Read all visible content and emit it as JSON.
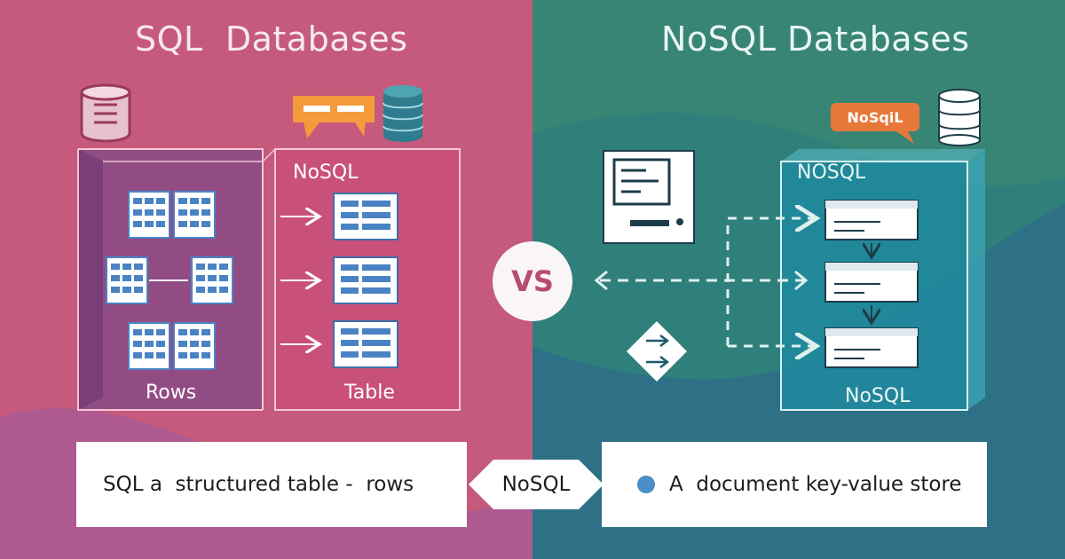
{
  "sql": {
    "title": "SQL  Databases",
    "box_left_label": "Rows",
    "box_right_header": "NoSQL",
    "box_right_label": "Table",
    "caption": "SQL a  structured table -  rows"
  },
  "nosql": {
    "title": "NoSQL Databases",
    "bubble_text": "NoSqiL",
    "box_header": "NOSQL",
    "box_label": "NoSQL",
    "caption": "A  document key-value store"
  },
  "center": {
    "vs": "VS",
    "arrow_label": "NoSQL"
  },
  "colors": {
    "sql_panel": "#c65a7c",
    "nosql_panel": "#2f7f7a",
    "table_blue": "#4a83c4",
    "bubble_orange": "#e8783a",
    "dot_blue": "#4b8fc6"
  }
}
